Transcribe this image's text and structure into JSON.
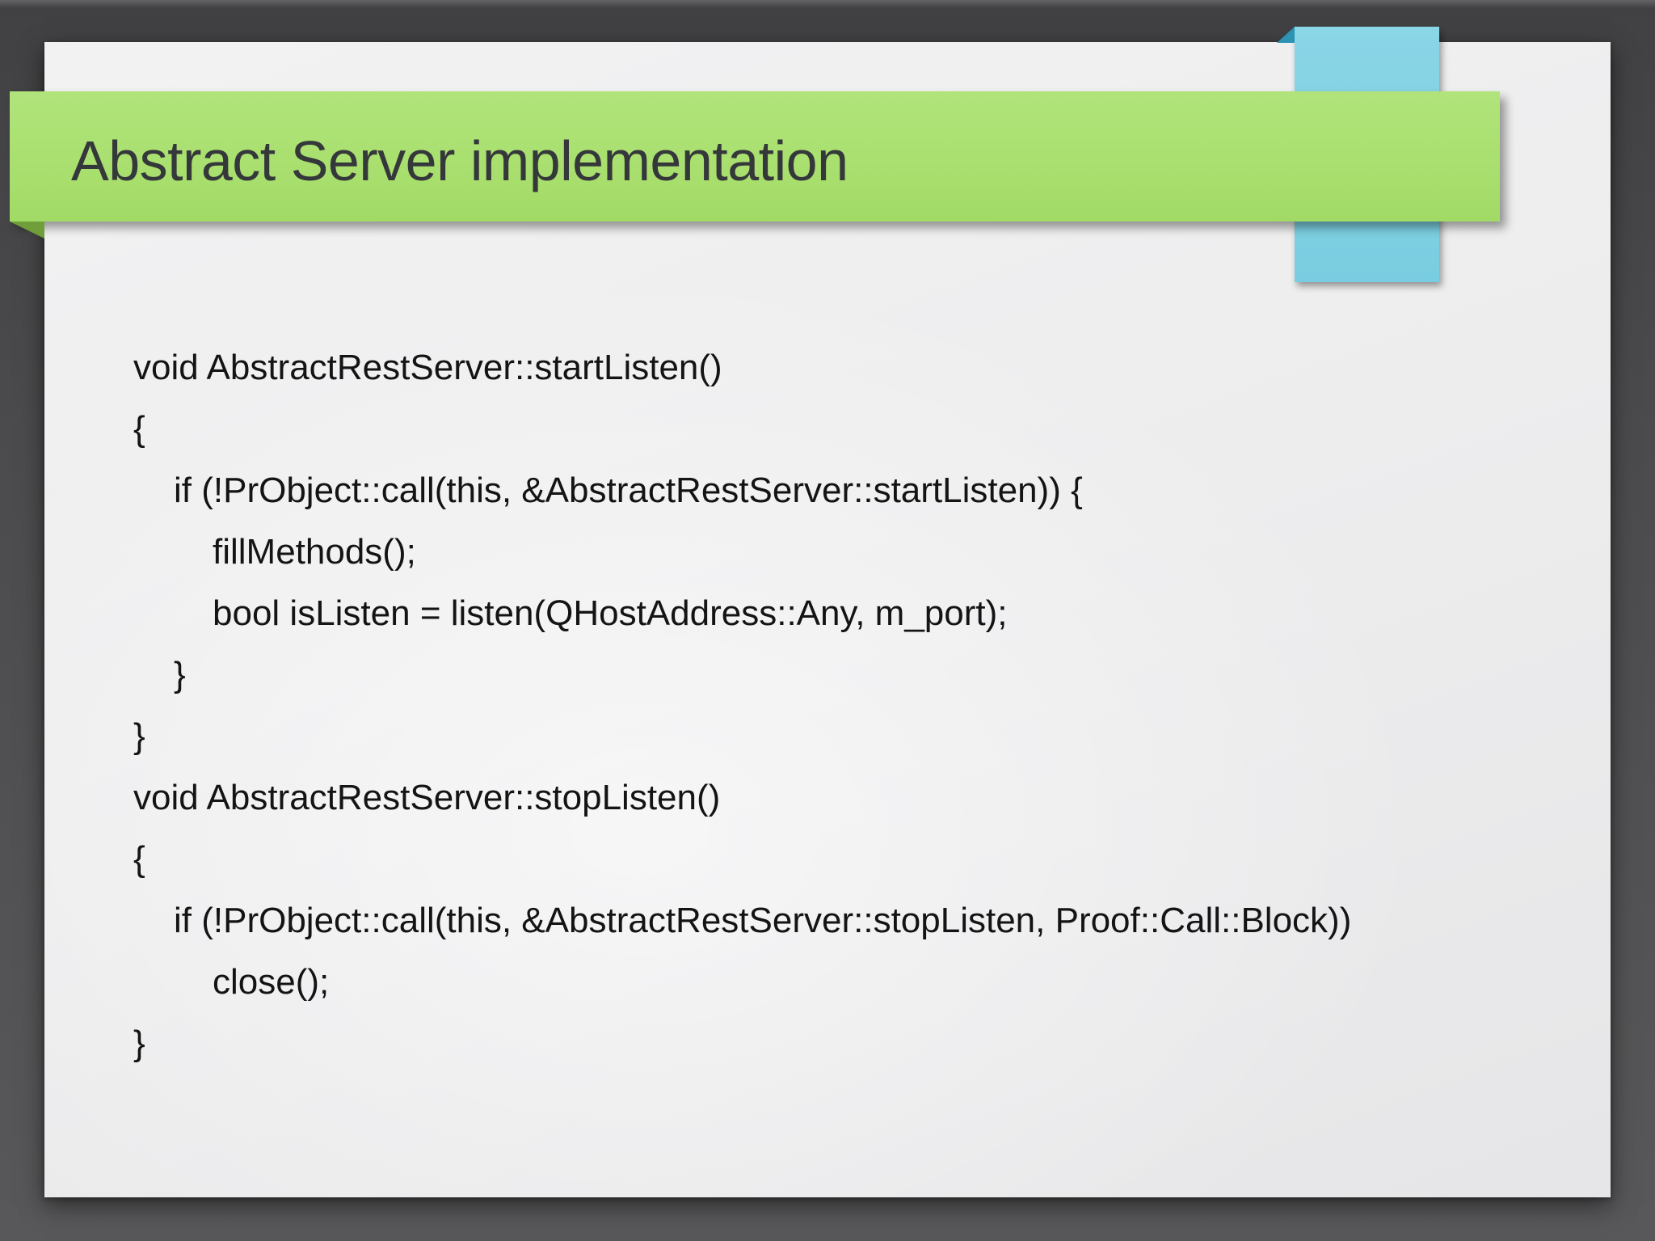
{
  "title_banner": {
    "text": "Abstract Server implementation"
  },
  "code": {
    "lines": [
      {
        "text": "void AbstractRestServer::startListen()",
        "indent": 0
      },
      {
        "text": "{",
        "indent": 0
      },
      {
        "text": "if (!PrObject::call(this, &AbstractRestServer::startListen)) {",
        "indent": 1
      },
      {
        "text": "fillMethods();",
        "indent": 2
      },
      {
        "text": "bool isListen = listen(QHostAddress::Any, m_port);",
        "indent": 2
      },
      {
        "text": "}",
        "indent": 1
      },
      {
        "text": "}",
        "indent": 0
      },
      {
        "text": "void AbstractRestServer::stopListen()",
        "indent": 0
      },
      {
        "text": "{",
        "indent": 0
      },
      {
        "text": "if (!PrObject::call(this, &AbstractRestServer::stopListen, Proof::Call::Block))",
        "indent": 1
      },
      {
        "text": "close();",
        "indent": 2
      },
      {
        "text": "}",
        "indent": 0
      }
    ]
  },
  "colors": {
    "banner_green": "#a9df6e",
    "banner_fold_green": "#6f9e3a",
    "ribbon_blue": "#81d1e3",
    "ribbon_fold_blue": "#2d93b2",
    "slide_bg": "#f2f2f3",
    "outer_bg": "#4b4b4d",
    "title_text": "#35383a",
    "code_text": "#141414"
  }
}
